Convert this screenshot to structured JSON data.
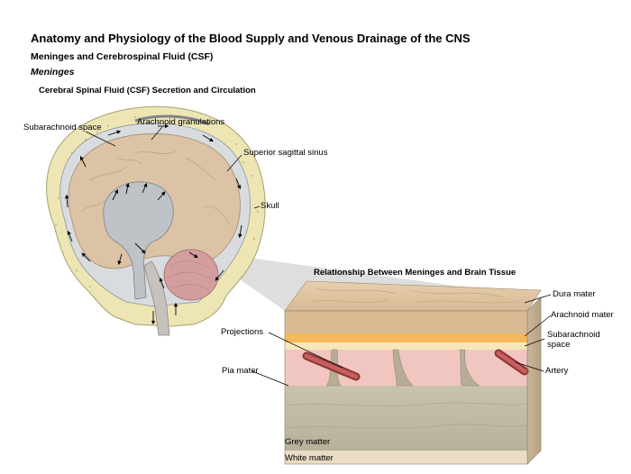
{
  "header": {
    "title": "Anatomy and Physiology of the Blood Supply and Venous Drainage of the CNS",
    "section": "Meninges and Cerebrospinal Fluid (CSF)",
    "subsection": "Meninges",
    "figure_title": "Cerebral Spinal Fluid (CSF) Secretion and Circulation"
  },
  "brain_labels": {
    "subarachnoid_space": "Subarachnoid space",
    "arachnoid_granulations": "Arachnoid granulations",
    "superior_sagittal_sinus": "Superior sagittal sinus",
    "skull": "Skull"
  },
  "inset": {
    "title": "Relationship Between Meninges and Brain Tissue",
    "dura_mater": "Dura mater",
    "arachnoid_mater": "Arachnoid mater",
    "subarachnoid_space_line1": "Subarachnoid",
    "subarachnoid_space_line2": "space",
    "projections": "Projections",
    "artery": "Artery",
    "pia_mater": "Pia mater",
    "grey_matter": "Grey matter",
    "white_matter": "White matter"
  },
  "colors": {
    "skull": "#ede6b4",
    "brain": "#dcc3a6",
    "csf_space": "#d9dcdf",
    "ventricle": "#bfc3c7",
    "cerebellum": "#d49e9e",
    "dura": "#e2cba9",
    "arachnoid": "#f4b95c",
    "pia": "#f2c6c0",
    "grey_matter": "#c3bda7",
    "white_matter": "#ebdcc6",
    "artery": "#b14f4f"
  }
}
